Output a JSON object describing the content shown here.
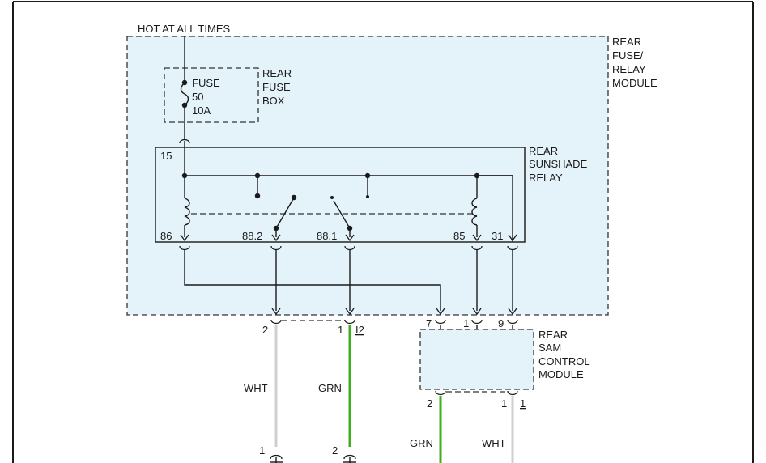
{
  "colors": {
    "module_fill": "#e4f3fa",
    "wire_black": "#1a1a1a",
    "wire_wht": "#cfcfcf",
    "wire_grn": "#3fae1e",
    "frame": "#1a1a1a"
  },
  "power": {
    "hot_label": "HOT AT ALL TIMES"
  },
  "fuse_relay_module": {
    "title_lines": [
      "REAR",
      "FUSE/",
      "RELAY",
      "MODULE"
    ]
  },
  "fuse_box": {
    "title_lines": [
      "REAR",
      "FUSE",
      "BOX"
    ],
    "fuse_lines": [
      "FUSE",
      "50",
      "10A"
    ]
  },
  "relay": {
    "title_lines": [
      "REAR",
      "SUNSHADE",
      "RELAY"
    ],
    "pins": {
      "top": "15",
      "p86": "86",
      "p882": "88.2",
      "p881": "88.1",
      "p85": "85",
      "p31": "31"
    }
  },
  "module_connector_pins": {
    "left_2": "2",
    "left_1": "1",
    "left_conn_id": "I2",
    "right_7": "7",
    "right_1": "1",
    "right_9": "9"
  },
  "sam_module": {
    "title_lines": [
      "REAR",
      "SAM",
      "CONTROL",
      "MODULE"
    ],
    "pin_left": "2",
    "pin_right": "1",
    "conn_id": "1"
  },
  "wires": {
    "wht_left": "WHT",
    "grn_left": "GRN",
    "grn_right": "GRN",
    "wht_right": "WHT"
  },
  "bottom_pins": {
    "left": "1",
    "right": "2"
  }
}
